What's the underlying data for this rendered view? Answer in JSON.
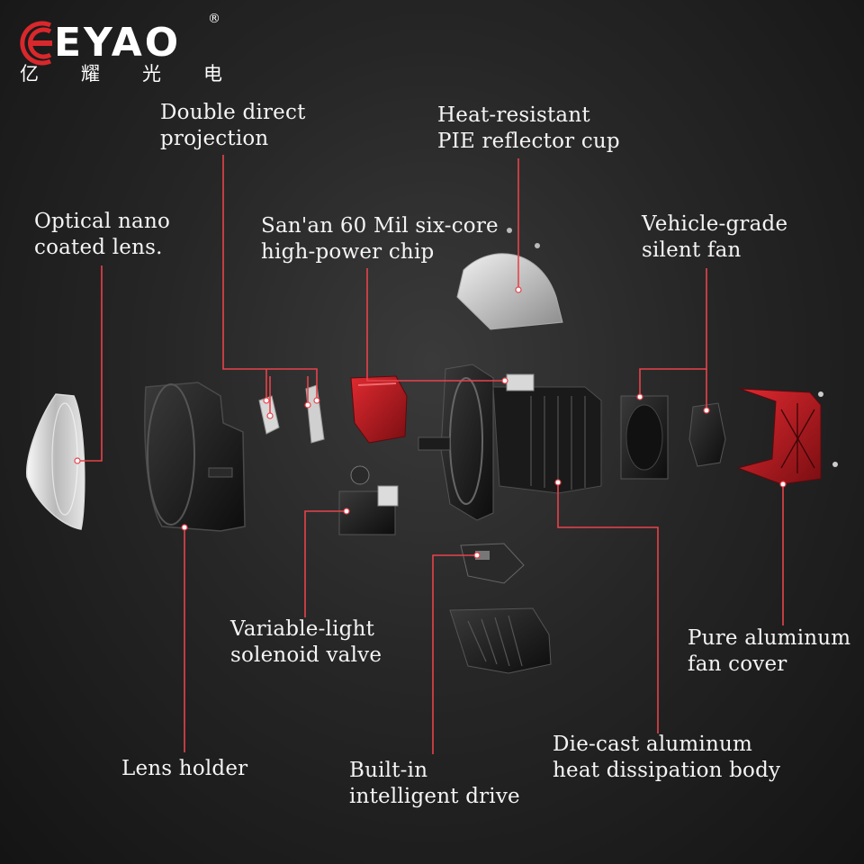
{
  "brand": {
    "name": "EYAO",
    "registered_mark": "®",
    "chinese_name": "亿耀光电",
    "accent_color": "#d8282c"
  },
  "colors": {
    "leader_line": "#e8434a",
    "heatsink_red": "#c01c22",
    "heatsink_dark": "#222222"
  },
  "labels": {
    "double_projection": [
      "Double direct",
      "projection"
    ],
    "reflector_cup": [
      "Heat-resistant",
      "PIE reflector cup"
    ],
    "nano_lens": [
      "Optical nano",
      "coated lens."
    ],
    "chip": [
      "San'an 60 Mil six-core",
      "high-power chip"
    ],
    "fan": [
      "Vehicle-grade",
      "silent fan"
    ],
    "solenoid": [
      "Variable-light",
      "solenoid valve"
    ],
    "fan_cover": [
      "Pure aluminum",
      "fan cover"
    ],
    "heat_body": [
      "Die-cast aluminum",
      "heat dissipation body"
    ],
    "lens_holder": [
      "Lens holder"
    ],
    "drive": [
      "Built-in",
      "intelligent drive"
    ]
  }
}
